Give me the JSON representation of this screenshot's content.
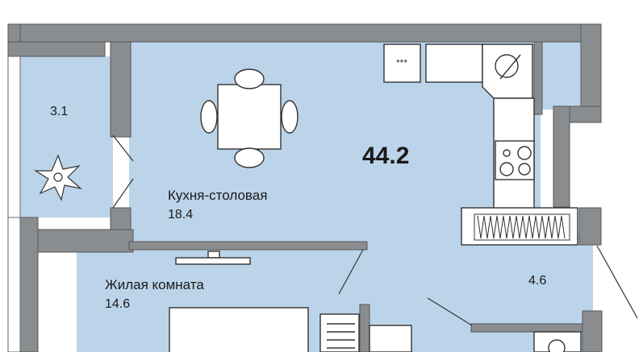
{
  "plan": {
    "total_area": "44.2",
    "rooms": [
      {
        "id": "kitchen",
        "name": "Кухня-столовая",
        "area": "18.4"
      },
      {
        "id": "living",
        "name": "Жилая комната",
        "area": "14.6"
      },
      {
        "id": "loggia",
        "name": "",
        "area": "3.1"
      },
      {
        "id": "hall",
        "name": "",
        "area": "4.6"
      }
    ],
    "stove_marking": "***"
  },
  "colors": {
    "floor": "#bcd4ea",
    "wall": "#8a8d90",
    "wall_dark": "#555555",
    "fixture_fill": "#ffffff",
    "fixture_stroke": "#333333"
  }
}
